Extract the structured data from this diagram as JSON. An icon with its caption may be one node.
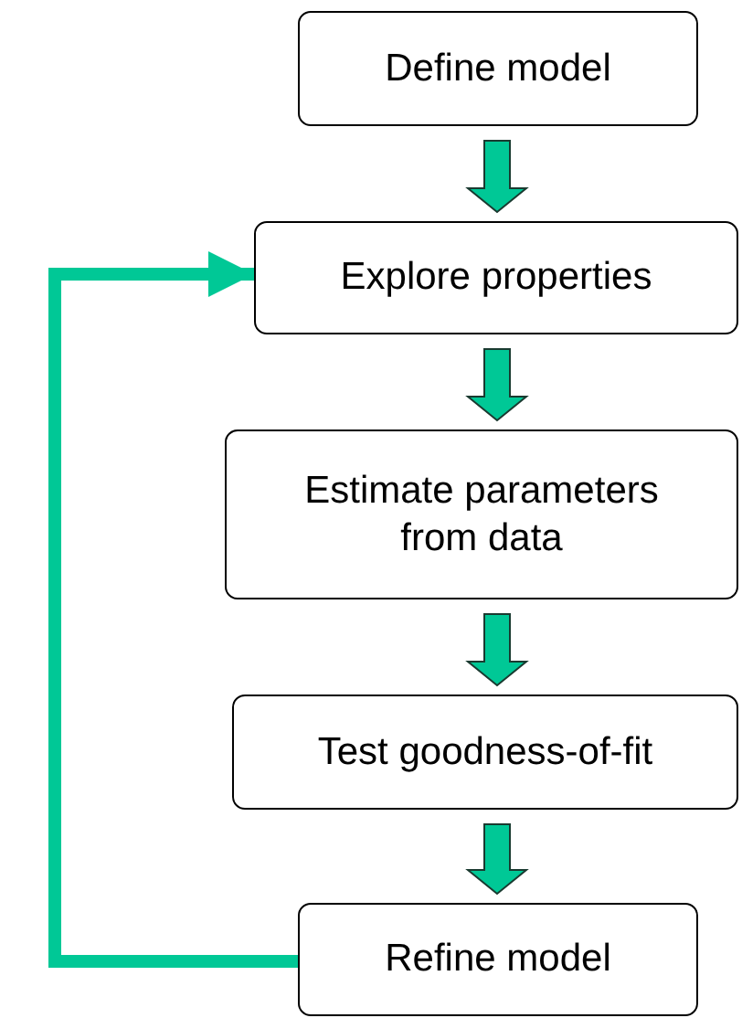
{
  "diagram": {
    "nodes": [
      {
        "text": [
          "Define model"
        ]
      },
      {
        "text": [
          "Explore properties"
        ]
      },
      {
        "text": [
          "Estimate parameters from data"
        ]
      },
      {
        "text": [
          "Test goodness-of-fit"
        ]
      },
      {
        "text": [
          "Refine model"
        ]
      }
    ],
    "edges": [
      {
        "from": 0,
        "to": 1,
        "arrow": "to"
      },
      {
        "from": 1,
        "to": 2,
        "arrow": "to"
      },
      {
        "from": 2,
        "to": 3,
        "arrow": "to"
      },
      {
        "from": 3,
        "to": 4,
        "arrow": "to"
      },
      {
        "from": 4,
        "to": 1,
        "arrow": "to"
      }
    ]
  }
}
